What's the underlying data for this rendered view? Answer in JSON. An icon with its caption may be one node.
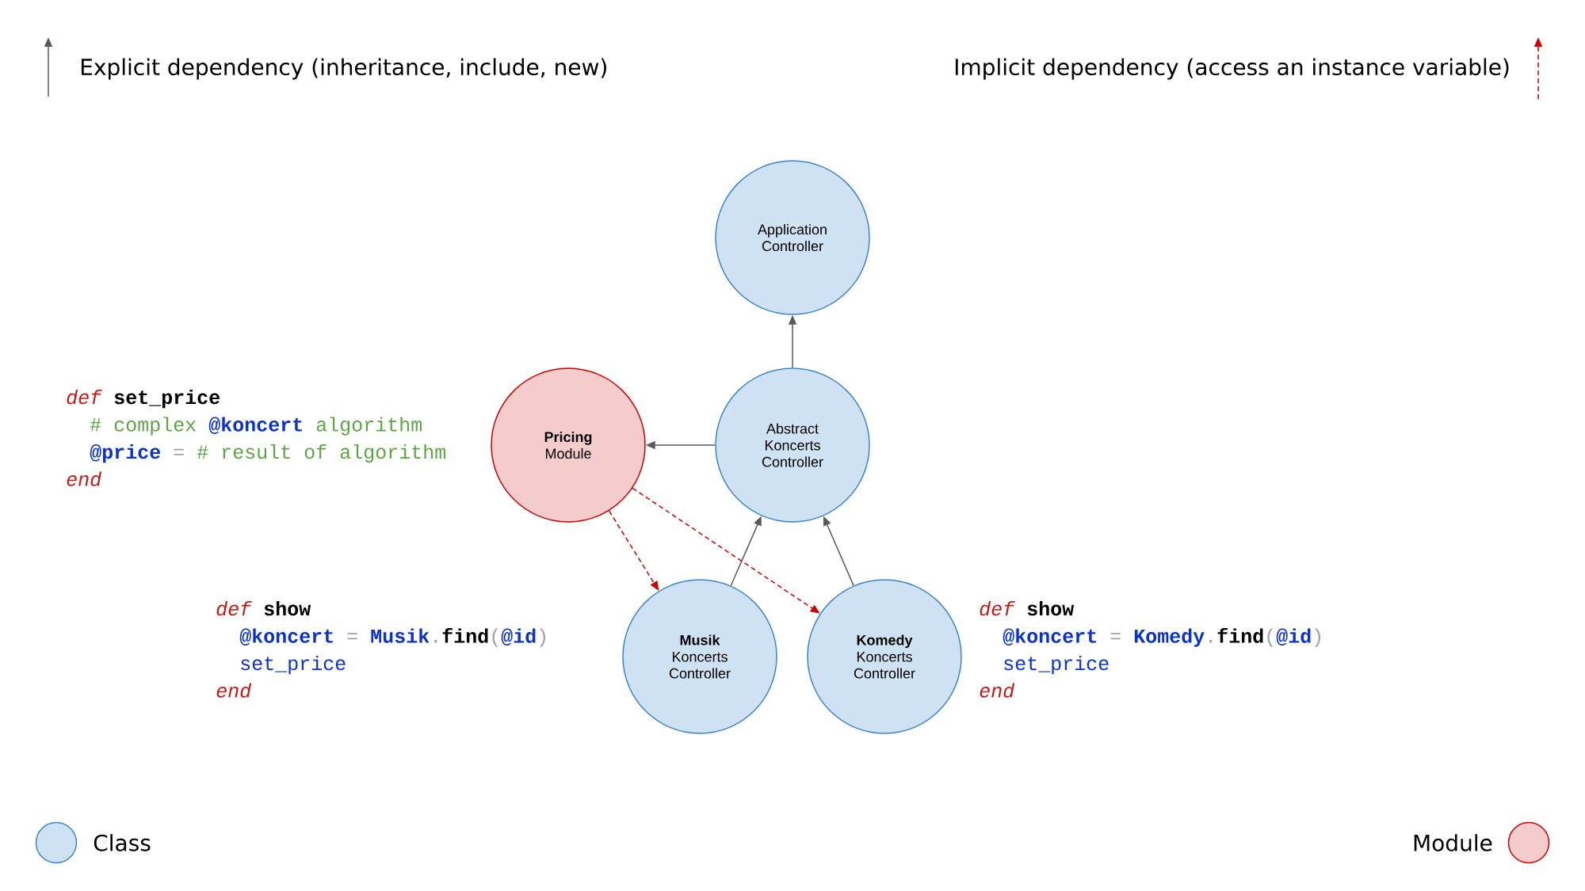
{
  "diagram": {
    "nodes": [
      {
        "text": [
          "Application Controller"
        ]
      },
      {
        "text": [
          "**Pricing** Module"
        ]
      },
      {
        "text": [
          "Abstract Koncerts Controller"
        ]
      },
      {
        "text": [
          "**Musik** Koncerts Controller"
        ]
      },
      {
        "text": [
          "**Komedy** Koncerts Controller"
        ]
      }
    ],
    "edges": [
      {
        "from": 2,
        "to": 0,
        "arrow": "to"
      },
      {
        "from": 2,
        "to": 1,
        "arrow": "to"
      },
      {
        "from": 3,
        "to": 2,
        "arrow": "to"
      },
      {
        "from": 4,
        "to": 2,
        "arrow": "to"
      },
      {
        "from": 1,
        "to": 3,
        "arrow": "to",
        "style": "dashed",
        "color": "#cc0000"
      },
      {
        "from": 1,
        "to": 4,
        "arrow": "to",
        "style": "dashed",
        "color": "#cc0000"
      }
    ],
    "labels": [
      "def",
      "set_price",
      "# complex",
      "@koncert",
      "algorithm",
      "@price",
      "=",
      "# result of algorithm",
      "end",
      "def",
      "show",
      "@koncert",
      "=",
      "Musik",
      ".",
      "find",
      "(",
      "@id",
      ")",
      "set_price",
      "end",
      "def",
      "show",
      "@koncert",
      "=",
      "Komedy",
      ".",
      "find",
      "(",
      "@id",
      ")",
      "set_price",
      "end"
    ],
    "legend": [
      {
        "text": "Explicit dependency (inheritance, include, new)"
      },
      {
        "text": "Implicit dependency (access an instance variable)"
      },
      {
        "text": "Class",
        "color": "#cfe2f3"
      },
      {
        "text": "Module",
        "color": "#f4cccc"
      }
    ]
  }
}
